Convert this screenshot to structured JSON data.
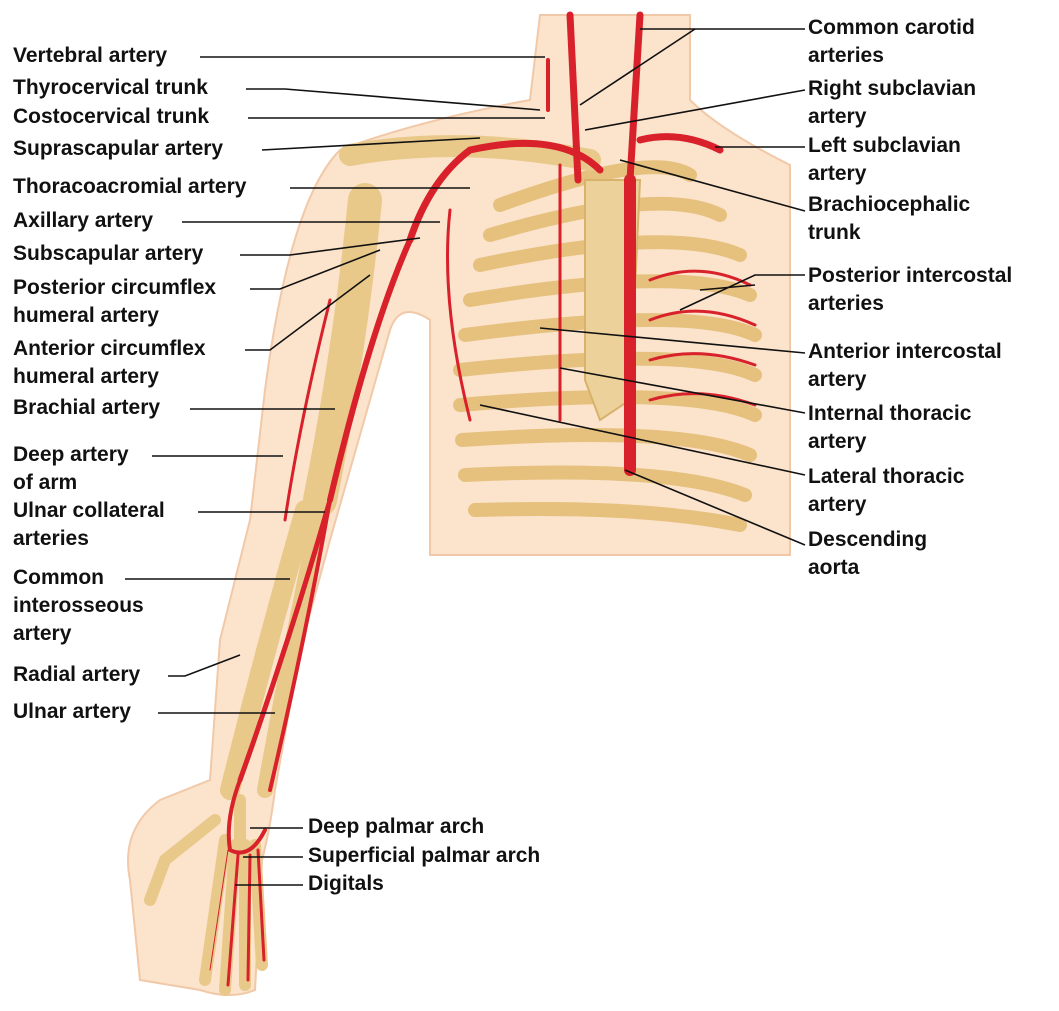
{
  "labels_left": {
    "vertebral": "Vertebral artery",
    "thyrocervical": "Thyrocervical trunk",
    "costocervical": "Costocervical trunk",
    "suprascapular": "Suprascapular artery",
    "thoracoacromial": "Thoracoacromial artery",
    "axillary": "Axillary artery",
    "subscapular": "Subscapular artery",
    "post_circ_1": "Posterior circumflex",
    "post_circ_2": "humeral artery",
    "ant_circ_1": "Anterior circumflex",
    "ant_circ_2": "humeral artery",
    "brachial": "Brachial artery",
    "deep_arm_1": "Deep artery",
    "deep_arm_2": "of arm",
    "ulnar_coll_1": "Ulnar collateral",
    "ulnar_coll_2": "arteries",
    "common_inter_1": "Common",
    "common_inter_2": "interosseous",
    "common_inter_3": "artery",
    "radial": "Radial artery",
    "ulnar": "Ulnar artery"
  },
  "labels_hand": {
    "deep_palmar": "Deep palmar arch",
    "superficial_palmar": "Superficial palmar arch",
    "digitals": "Digitals"
  },
  "labels_right": {
    "common_carotid_1": "Common carotid",
    "common_carotid_2": "arteries",
    "right_subclavian_1": "Right subclavian",
    "right_subclavian_2": "artery",
    "left_subclavian_1": "Left subclavian",
    "left_subclavian_2": "artery",
    "brachiocephalic_1": "Brachiocephalic",
    "brachiocephalic_2": "trunk",
    "post_intercostal_1": "Posterior intercostal",
    "post_intercostal_2": "arteries",
    "ant_intercostal_1": "Anterior intercostal",
    "ant_intercostal_2": "artery",
    "internal_thoracic_1": "Internal thoracic",
    "internal_thoracic_2": "artery",
    "lateral_thoracic_1": "Lateral thoracic",
    "lateral_thoracic_2": "artery",
    "desc_aorta_1": "Descending",
    "desc_aorta_2": "aorta"
  },
  "colors": {
    "skin": "#fbe3cc",
    "bone": "#e9c98a",
    "artery": "#d8212a",
    "leader": "#111111"
  }
}
